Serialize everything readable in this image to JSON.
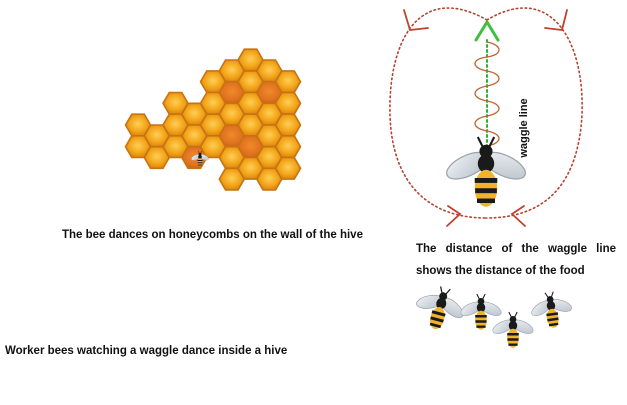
{
  "labels": {
    "waggle_line": "waggle line",
    "hive_caption": "The bee dances on honeycombs on the wall of the hive",
    "distance_caption_line1": "The distance of the waggle line",
    "distance_caption_line2": "shows the distance of the food",
    "workers_caption": "Worker bees watching a waggle dance inside a hive"
  },
  "colors": {
    "honey": "#f2a318",
    "honey_dark": "#c77410",
    "path_dots": "#b8402f",
    "arrowhead": "#c0422f",
    "waggle_wave": "#c0652e",
    "waggle_dots": "#2fae3a",
    "direction_arrow": "#3fbf3f",
    "bee_yellow": "#f2b22b",
    "bee_black": "#1a1a1a"
  }
}
